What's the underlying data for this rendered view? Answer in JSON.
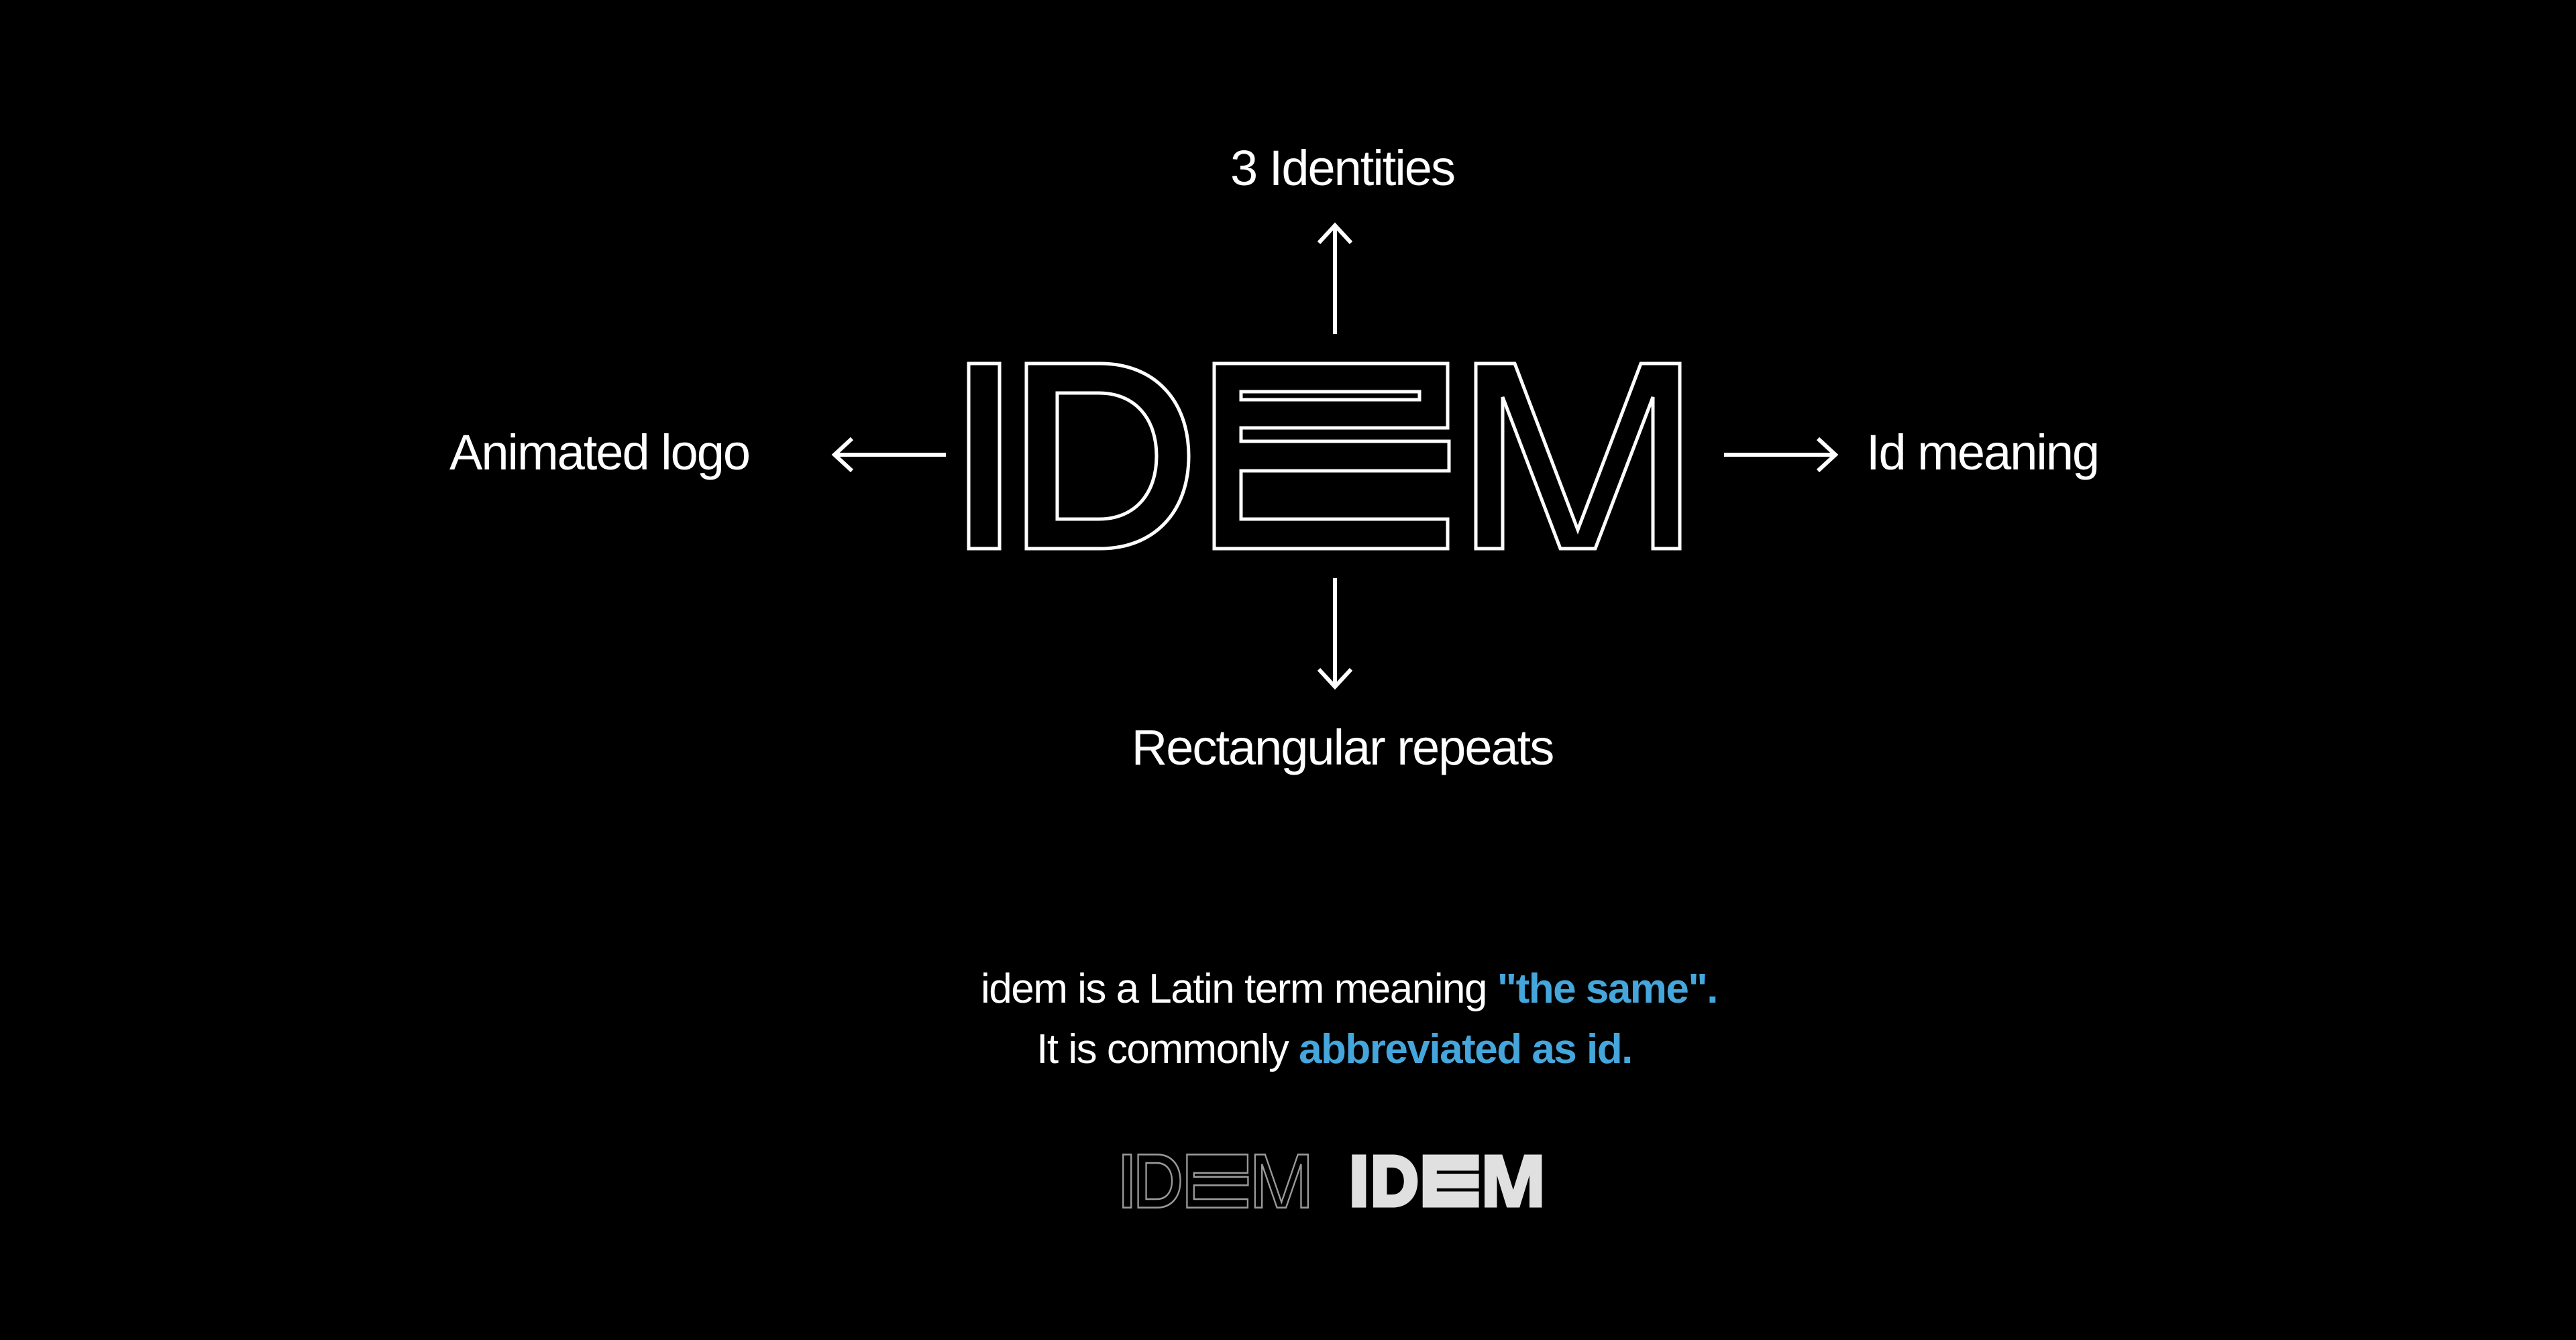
{
  "diagram": {
    "center_word": "IDEM",
    "branches": {
      "top": "3 Identities",
      "bottom": "Rectangular repeats",
      "left": "Animated logo",
      "right": "Id meaning"
    }
  },
  "description": {
    "line1_prefix": "idem is a Latin term meaning ",
    "line1_highlight": "\"the same\".",
    "line2_prefix": "It is commonly ",
    "line2_highlight": "abbreviated as id."
  },
  "logo_variants": {
    "outline": "IDEM",
    "solid": "IDEM"
  },
  "colors": {
    "background": "#000000",
    "text": "#ffffff",
    "accent": "#45a6dc",
    "outline_logo_small": "#9a9a9a",
    "solid_logo_small": "#e0e0e0"
  }
}
